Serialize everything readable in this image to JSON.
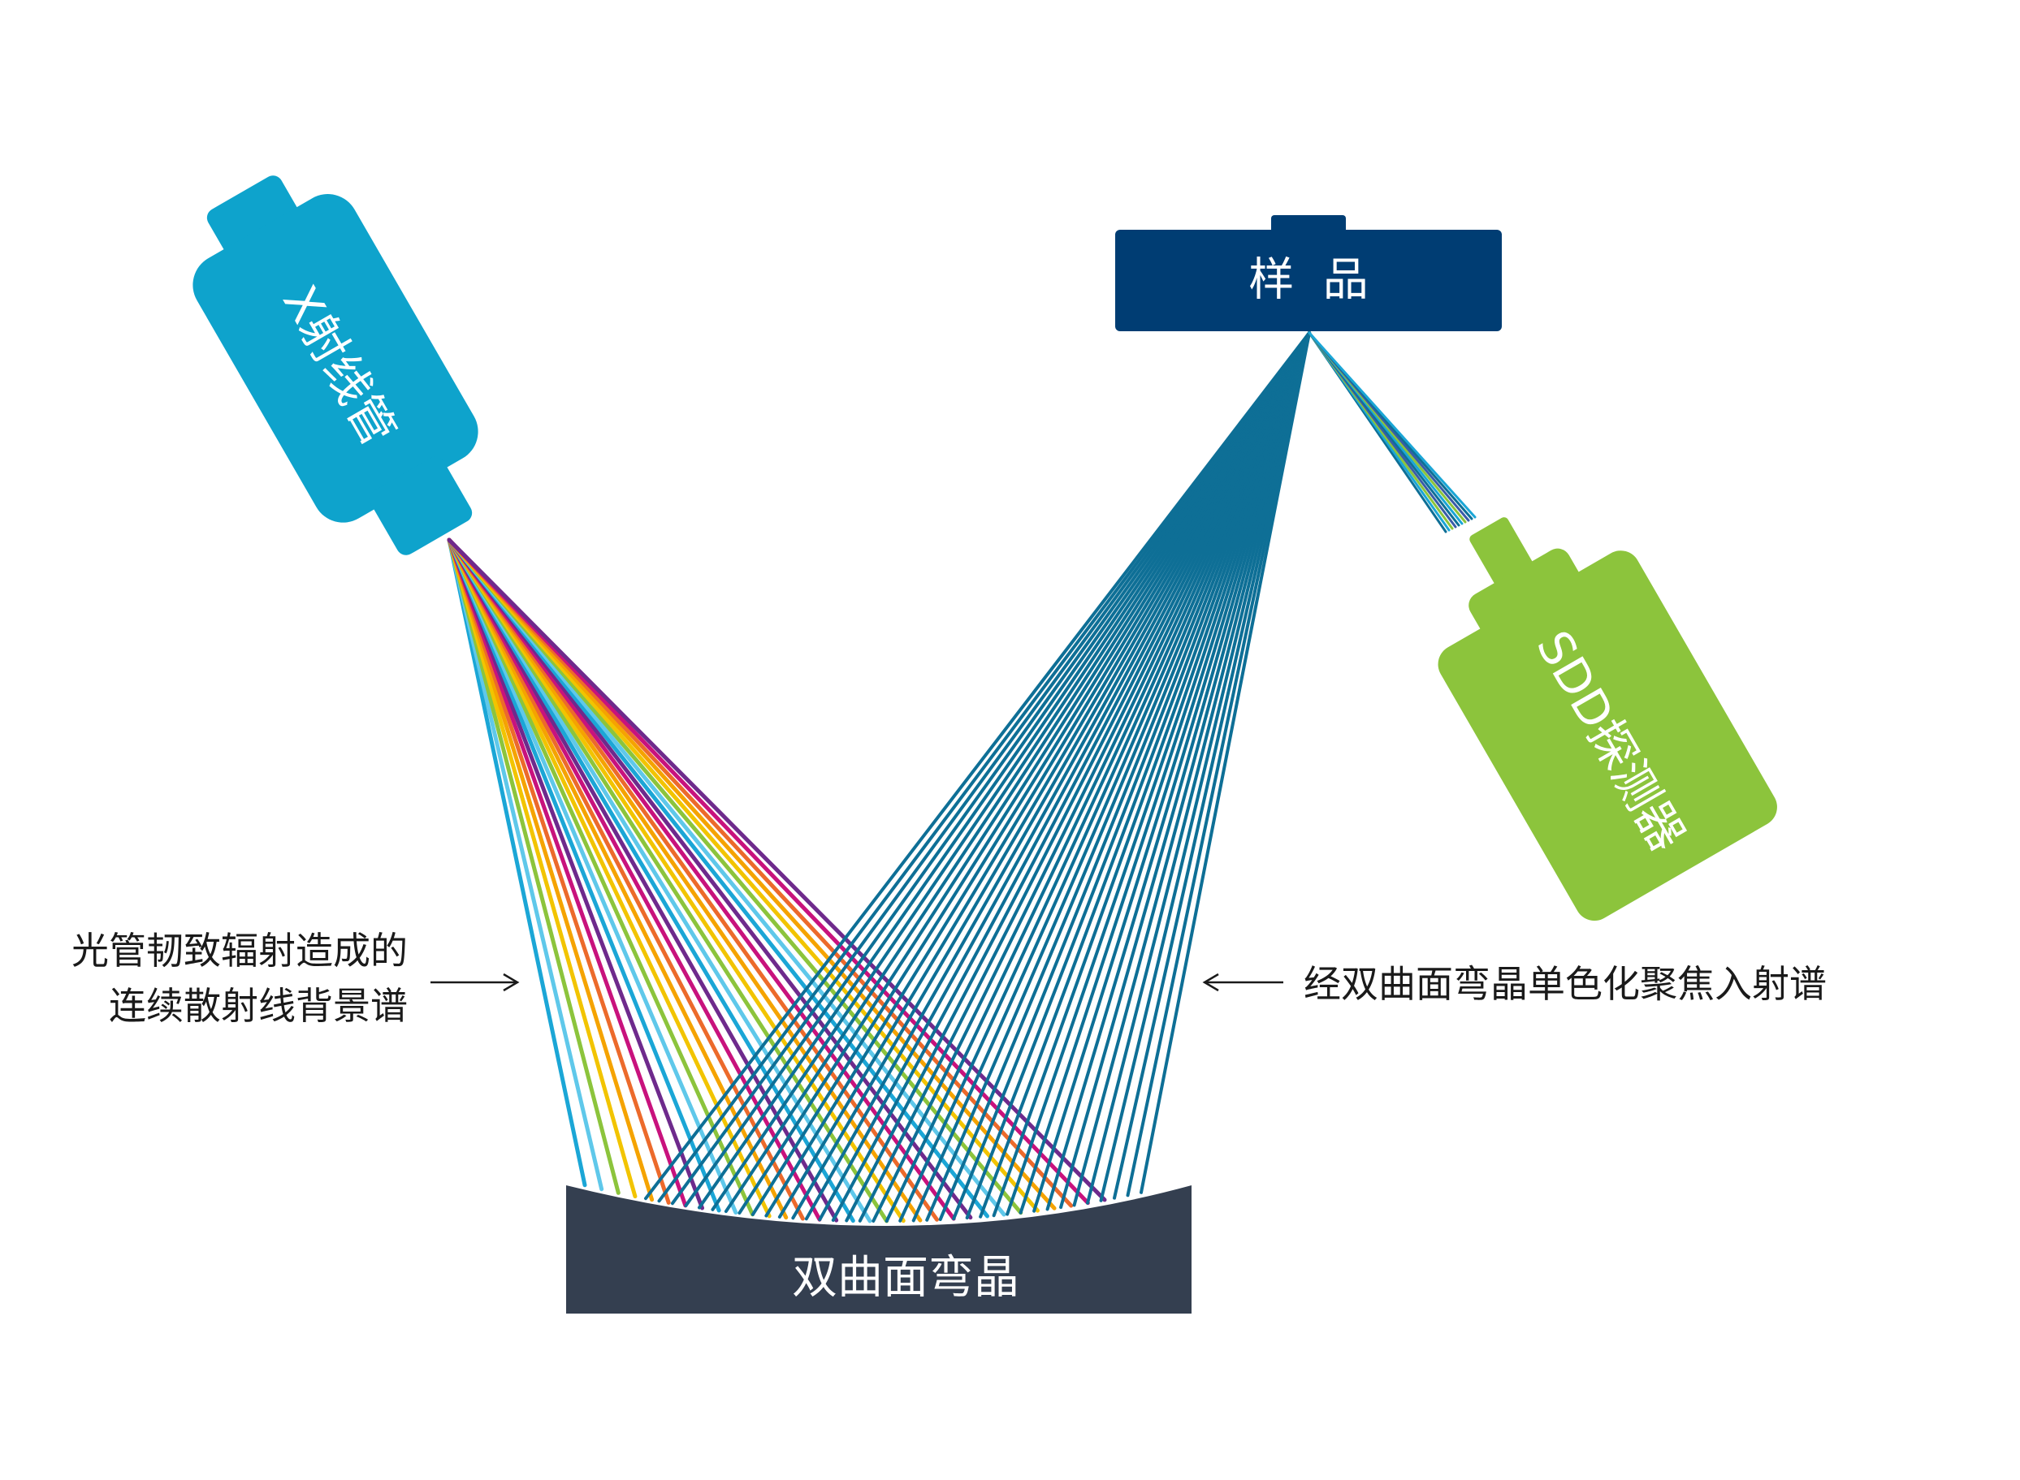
{
  "components": {
    "xray_tube": {
      "label": "X射线管",
      "color": "#0ea3cc"
    },
    "sample": {
      "label": "样  品",
      "color": "#003d73"
    },
    "detector": {
      "label": "SDD探测器",
      "color": "#8cc43c"
    },
    "crystal": {
      "label": "双曲面弯晶",
      "color": "#343f50"
    }
  },
  "annotations": {
    "left_line1": "光管韧致辐射造成的",
    "left_line2": "连续散射线背景谱",
    "right": "经双曲面弯晶单色化聚焦入射谱"
  },
  "colors": {
    "beam_spectrum": [
      "#1ba6d6",
      "#5fc8ea",
      "#8cc43c",
      "#f2c400",
      "#f5a300",
      "#ec6a2b",
      "#c8127d",
      "#6e2a8c"
    ],
    "focused_beam": "#0e6f96",
    "detector_beam": [
      "#0e6f96",
      "#1ba6d6",
      "#8cc43c",
      "#3a5ca8"
    ],
    "text": "#1a1a1a",
    "label_text": "#ffffff"
  }
}
